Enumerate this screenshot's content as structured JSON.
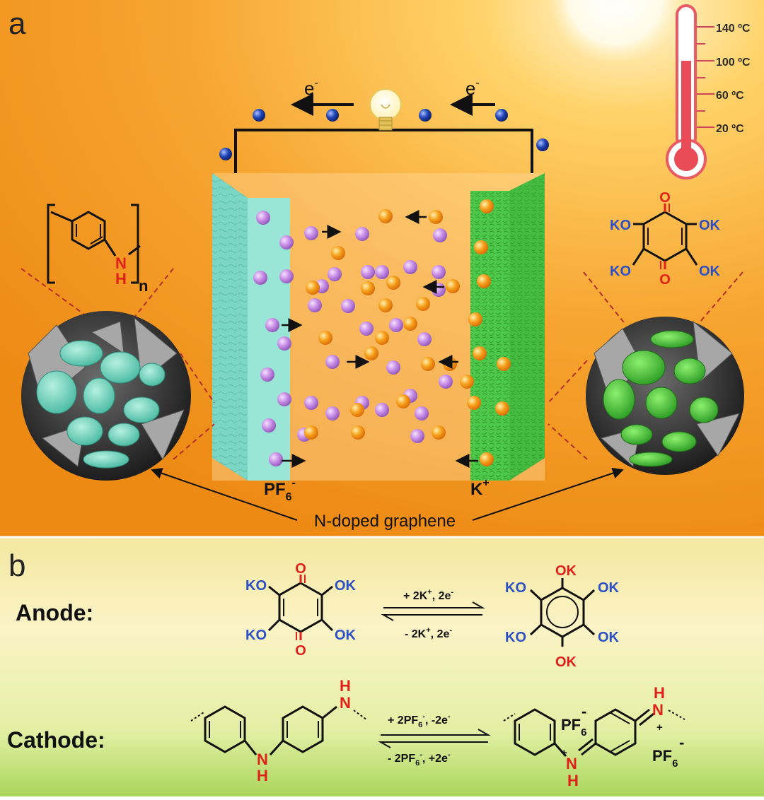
{
  "panel_a": {
    "label": "a",
    "electron_left": "e",
    "electron_right": "e",
    "electron_sup": "-",
    "thermometer_ticks": [
      "140 ºC",
      "100 ºC",
      "60 ºC",
      "20 ºC"
    ],
    "anion_label": "PF",
    "anion_sub": "6",
    "anion_sup": "-",
    "cation_label": "K",
    "cation_sup": "+",
    "graphene_label": "N-doped graphene",
    "polymer": {
      "nh_n": "N",
      "nh_h": "H",
      "repeat": "n"
    },
    "anode_molecule": {
      "o_top": "O",
      "o_bottom": "O",
      "ko_tl": "KO",
      "ok_tr": "OK",
      "ko_bl": "KO",
      "ok_br": "OK"
    }
  },
  "panel_b": {
    "label": "b",
    "anode_label": "Anode:",
    "cathode_label": "Cathode:",
    "anode_reactant": {
      "o_top": "O",
      "o_bottom": "O",
      "ko_tl": "KO",
      "ok_tr": "OK",
      "ko_bl": "KO",
      "ok_br": "OK"
    },
    "anode_product": {
      "ok_top": "OK",
      "ok_bottom": "OK",
      "ko_tl": "KO",
      "ok_tr": "OK",
      "ko_bl": "KO",
      "ok_br": "OK"
    },
    "anode_forward": "+ 2K",
    "anode_forward_tail": ", 2e",
    "anode_reverse": "- 2K",
    "anode_reverse_tail": ", 2e",
    "sup_plus": "+",
    "sup_minus": "-",
    "cathode_forward_a": "+ 2PF",
    "cathode_forward_b": ", -2e",
    "cathode_reverse_a": "- 2PF",
    "cathode_reverse_b": ", +2e",
    "sub6": "6",
    "reactant_nh_n": "N",
    "reactant_nh_h": "H",
    "reactant_top_h": "H",
    "reactant_top_n": "N",
    "product_pf6_a": "PF",
    "product_pf6_b": "PF",
    "product_n_top": "N",
    "product_h_top": "H",
    "product_n_bottom": "N",
    "product_h_bottom": "H"
  },
  "colors": {
    "anion": "#c98ee6",
    "cation": "#f29a18",
    "cathode_slab": "#7ed9c6",
    "anode_slab": "#4ec84a",
    "molecule_blue": "#2b4fc4",
    "molecule_red": "#e0201b"
  }
}
